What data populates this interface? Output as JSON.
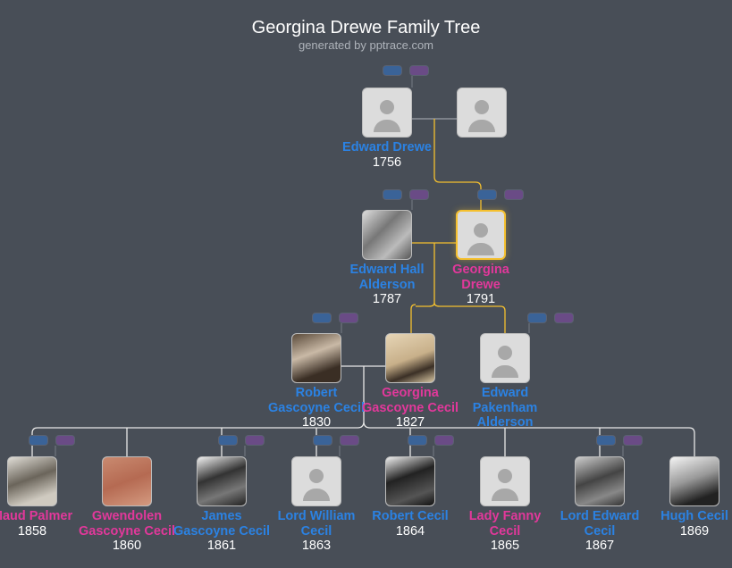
{
  "header": {
    "title": "Georgina Drewe Family Tree",
    "subtitle": "generated by pptrace.com"
  },
  "colors": {
    "background": "#484e57",
    "male": "#2b82e3",
    "female": "#e2389b",
    "selected": "#f5c02e"
  },
  "people": [
    {
      "id": "edward-drewe",
      "name": "Edward Drewe",
      "year": "1756",
      "gender": "m",
      "photo": false
    },
    {
      "id": "unknown-spouse",
      "name": "",
      "year": "",
      "gender": "f",
      "photo": false
    },
    {
      "id": "edward-hall-alderson",
      "name": "Edward Hall Alderson",
      "year": "1787",
      "gender": "m",
      "photo": true
    },
    {
      "id": "georgina-drewe",
      "name": "Georgina Drewe",
      "year": "1791",
      "gender": "f",
      "photo": false,
      "selected": true
    },
    {
      "id": "robert-gascoyne-cecil-1830",
      "name": "Robert Gascoyne Cecil",
      "year": "1830",
      "gender": "m",
      "photo": true
    },
    {
      "id": "georgina-gascoyne-cecil",
      "name": "Georgina Gascoyne Cecil",
      "year": "1827",
      "gender": "f",
      "photo": true
    },
    {
      "id": "edward-pakenham-alderson",
      "name": "Edward Pakenham Alderson",
      "year": "",
      "gender": "m",
      "photo": false
    },
    {
      "id": "maud-palmer",
      "name": "Maud Palmer",
      "year": "1858",
      "gender": "f",
      "photo": true
    },
    {
      "id": "gwendolen-gascoyne-cecil",
      "name": "Gwendolen Gascoyne Cecil",
      "year": "1860",
      "gender": "f",
      "photo": true
    },
    {
      "id": "james-gascoyne-cecil",
      "name": "James Gascoyne Cecil",
      "year": "1861",
      "gender": "m",
      "photo": true
    },
    {
      "id": "lord-william-cecil",
      "name": "Lord William Cecil",
      "year": "1863",
      "gender": "m",
      "photo": false
    },
    {
      "id": "robert-cecil",
      "name": "Robert Cecil",
      "year": "1864",
      "gender": "m",
      "photo": true
    },
    {
      "id": "lady-fanny-cecil",
      "name": "Lady Fanny Cecil",
      "year": "1865",
      "gender": "f",
      "photo": false
    },
    {
      "id": "lord-edward-cecil",
      "name": "Lord Edward Cecil",
      "year": "1867",
      "gender": "m",
      "photo": true
    },
    {
      "id": "hugh-cecil",
      "name": "Hugh Cecil",
      "year": "1869",
      "gender": "m",
      "photo": true
    }
  ]
}
